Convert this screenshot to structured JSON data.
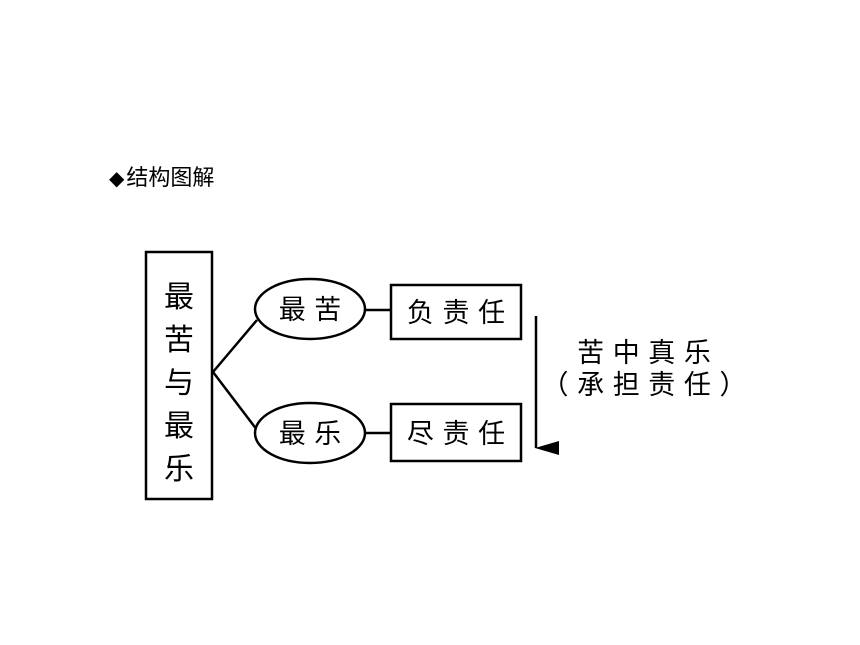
{
  "heading": {
    "marker": "◆",
    "text": "结构图解"
  },
  "diagram": {
    "root": {
      "chars": [
        "最",
        "苦",
        "与",
        "最",
        "乐"
      ]
    },
    "branches": [
      {
        "node": "最 苦",
        "result": "负 责 任"
      },
      {
        "node": "最 乐",
        "result": "尽 责 任"
      }
    ],
    "conclusion": {
      "line1": "苦 中 真 乐",
      "line2": "（ 承 担 责 任 ）"
    }
  }
}
